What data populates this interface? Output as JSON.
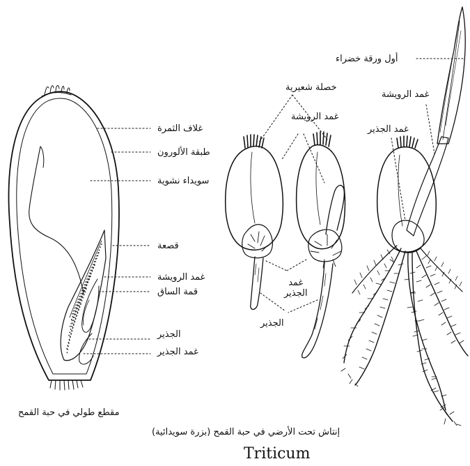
{
  "labels": {
    "pericarp": "غلاف الثمرة",
    "aleurone": "طبقة الألورون",
    "endosperm": "سويداء نشوية",
    "scutellum": "قصعة",
    "coleoptile_left": "غمد الرويشة",
    "stem_apex": "قمة الساق",
    "radicle_left": "الجذير",
    "coleorhiza_left": "غمد الجذير",
    "hair_tuft": "خصلة شعيرية",
    "coleoptile_mid": "غمد الرويشة",
    "coleorhiza_mid": "غمد\nالجذير",
    "radicle_mid": "الجذير",
    "first_leaf": "أول ورقة خضراء",
    "coleoptile_right": "غمد الرويشة",
    "coleorhiza_right": "غمد الجذير"
  },
  "captions": {
    "left": "مقطع طولي في حبة القمح",
    "right": "إنتاش تحت الأرضي في حبة القمح (بزرة سويدائية)",
    "latin": "Triticum"
  }
}
